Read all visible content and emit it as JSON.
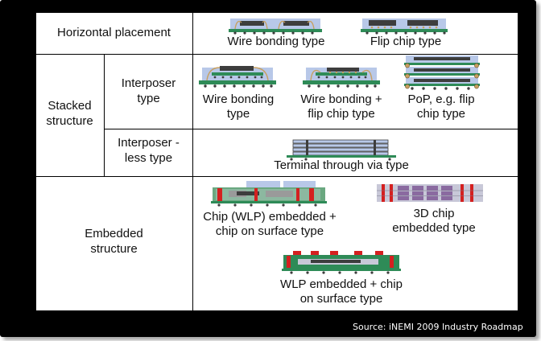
{
  "rows": {
    "horizontal": "Horizontal placement",
    "stacked": [
      "Stacked",
      "structure"
    ],
    "interposer": [
      "Interposer",
      "type"
    ],
    "interposer_less": [
      "Interposer -",
      "less type"
    ],
    "embedded": [
      "Embedded",
      "structure"
    ]
  },
  "captions": {
    "wire_bonding_horizontal": "Wire bonding type",
    "flip_chip": "Flip chip type",
    "wire_bonding_stacked": [
      "Wire bonding",
      "type"
    ],
    "wire_flip": [
      "Wire bonding +",
      "flip chip type"
    ],
    "pop": [
      "PoP, e.g. flip",
      "chip type"
    ],
    "terminal_via": "Terminal through via type",
    "chip_wlp": [
      "Chip (WLP) embedded +",
      "chip on surface type"
    ],
    "chip_3d": [
      "3D chip",
      "embedded type"
    ],
    "wlp_surface": [
      "WLP embedded + chip",
      "on surface type"
    ]
  },
  "source": "Source: iNEMI 2009 Industry Roadmap",
  "colors": {
    "substrate": "#2e8b57",
    "die": "#3d3d3d",
    "mold": "#b8c8e8",
    "bump": "#c8a060",
    "embedded_red": "#d42020",
    "embedded_purple": "#8a6aa0"
  }
}
